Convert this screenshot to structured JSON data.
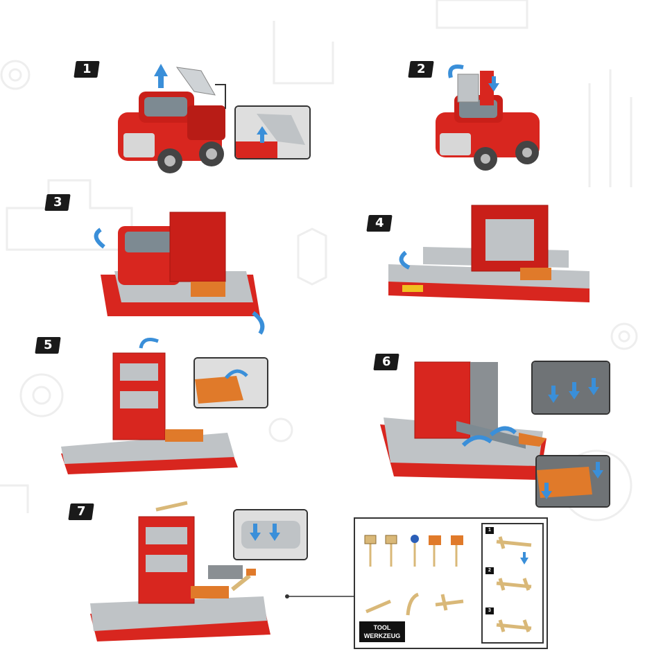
{
  "steps": [
    {
      "label": "1"
    },
    {
      "label": "2"
    },
    {
      "label": "3"
    },
    {
      "label": "4"
    },
    {
      "label": "5"
    },
    {
      "label": "6"
    },
    {
      "label": "7"
    }
  ],
  "parts_box": {
    "tool_label_line1": "TOOL",
    "tool_label_line2": "WERKZEUG",
    "sub_steps": [
      {
        "label": "1"
      },
      {
        "label": "2"
      },
      {
        "label": "3"
      }
    ]
  },
  "colors": {
    "truck_red": "#d8261f",
    "dark_red": "#a3150f",
    "platform_gray": "#bfc3c6",
    "accent_orange": "#e07a2a",
    "arrow_blue": "#3a8fd9",
    "part_tan": "#d9b878",
    "badge_black": "#1a1a1a"
  },
  "icons": [
    "up-arrow-icon",
    "rotate-arrow-icon",
    "down-arrow-icon",
    "flag-icon",
    "wrench-tool-icon"
  ]
}
